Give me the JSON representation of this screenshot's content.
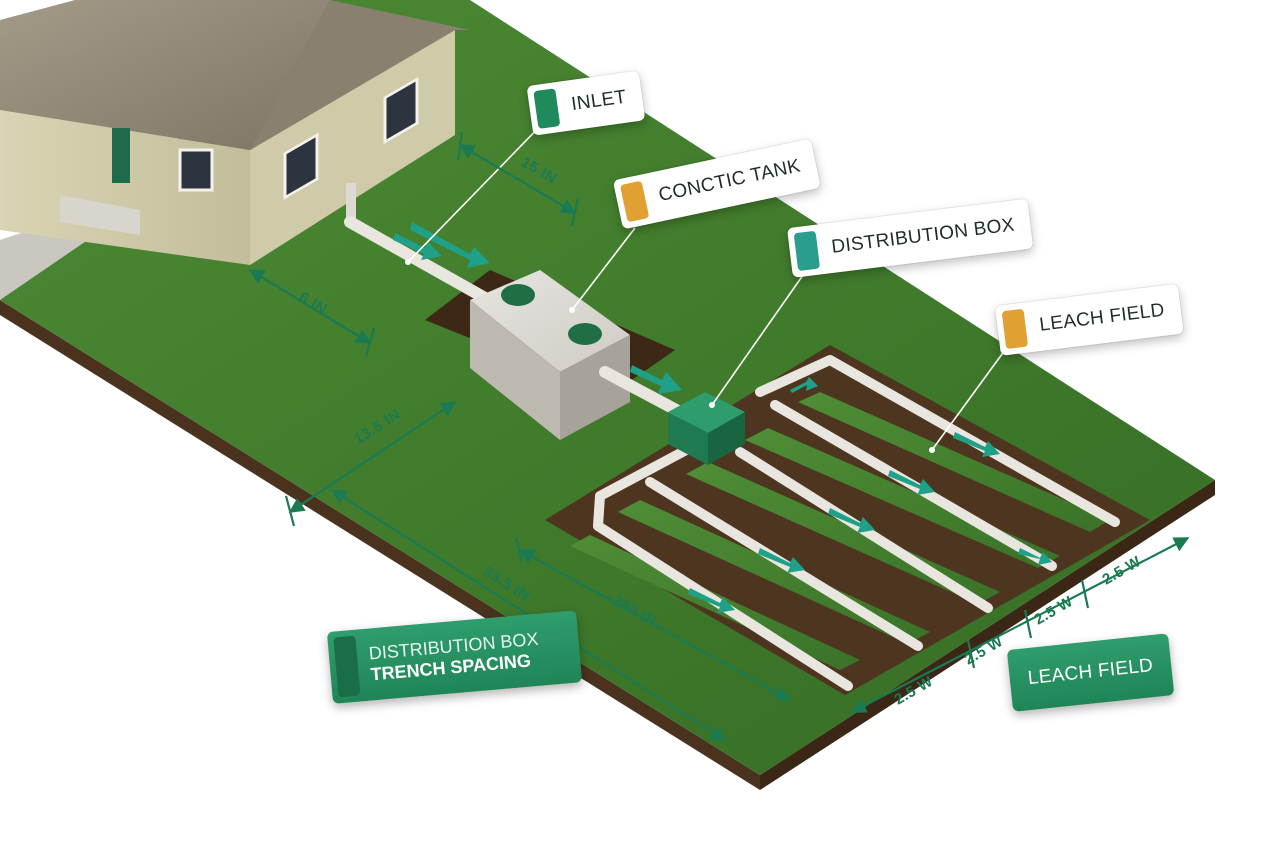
{
  "callouts": {
    "inlet": {
      "label": "INLET",
      "tab_color": "#1f8a5c"
    },
    "tank": {
      "label": "CONCTIC TANK",
      "tab_color": "#e0a032"
    },
    "dbox": {
      "label": "DISTRIBUTION BOX",
      "tab_color": "#2a9d8f"
    },
    "leach": {
      "label": "LEACH FIELD",
      "tab_color": "#e0a032"
    }
  },
  "dimensions": {
    "d15": "15 IN",
    "d6": "6 IN",
    "d135": "13.5 IN",
    "d335": "33.5 IN",
    "d200": "200 IN",
    "w1": "2.5 W",
    "w2": "2.5 W",
    "w3": "2.5 W",
    "w4": "2.5 W"
  },
  "badges": {
    "spacing_line1": "DISTRIBUTION BOX",
    "spacing_line2": "TRENCH SPACING",
    "leach_field": "LEACH FIELD"
  },
  "colors": {
    "grass": "#3f7a2c",
    "soil": "#5a3d25",
    "accent": "#1f8a5c",
    "pipe": "#e8e6df"
  }
}
